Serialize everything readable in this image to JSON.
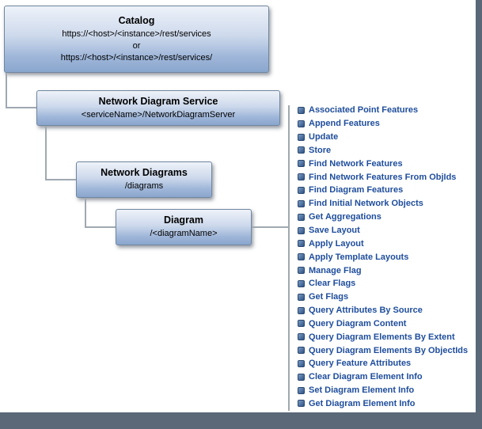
{
  "colors": {
    "frame_background": "#5a6878",
    "canvas_background": "#ffffff",
    "node_border": "#70869f",
    "node_gradient_top": "#eef2f9",
    "node_gradient_bottom": "#8aa6cd",
    "connector": "#a0a8b0",
    "operation_link": "#1e4d9c"
  },
  "icons": {
    "operation_bullet": "small-rounded-square"
  },
  "nodes": {
    "catalog": {
      "title": "Catalog",
      "lines": [
        "https://<host>/<instance>/rest/services",
        "or",
        "https://<host>/<instance>/rest/services/"
      ]
    },
    "service": {
      "title": "Network Diagram Service",
      "lines": [
        "<serviceName>/NetworkDiagramServer"
      ]
    },
    "diagrams": {
      "title": "Network Diagrams",
      "lines": [
        "/diagrams"
      ]
    },
    "diagram": {
      "title": "Diagram",
      "lines": [
        "/<diagramName>"
      ]
    }
  },
  "operations": [
    "Associated Point Features",
    "Append Features",
    "Update",
    "Store",
    "Find Network Features",
    "Find Network Features From ObjIds",
    "Find Diagram Features",
    "Find Initial Network Objects",
    "Get Aggregations",
    "Save Layout",
    "Apply Layout",
    "Apply Template Layouts",
    "Manage Flag",
    "Clear Flags",
    "Get Flags",
    "Query Attributes By Source",
    "Query Diagram Content",
    "Query Diagram Elements By Extent",
    "Query Diagram Elements By ObjectIds",
    "Query Feature Attributes",
    "Clear Diagram Element Info",
    "Set Diagram Element Info",
    "Get Diagram Element Info"
  ]
}
